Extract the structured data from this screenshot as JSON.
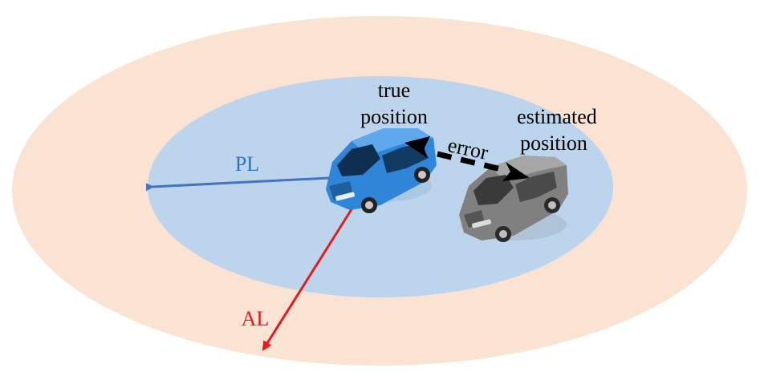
{
  "labels": {
    "true_position_line1": "true",
    "true_position_line2": "position",
    "estimated_position_line1": "estimated",
    "estimated_position_line2": "position",
    "error": "error",
    "protection_level": "PL",
    "alert_limit": "AL"
  },
  "colors": {
    "outer_region": "#fbe3d4",
    "inner_region": "#bcd5ec",
    "pl_arrow": "#4472c4",
    "al_arrow": "#e8191a",
    "error_arrow": "#000000",
    "true_car": "#2f86d9",
    "estimated_car": "#7f7f7f",
    "label_text": "#000000",
    "pl_text": "#2e74b5",
    "al_text": "#e8191a"
  }
}
